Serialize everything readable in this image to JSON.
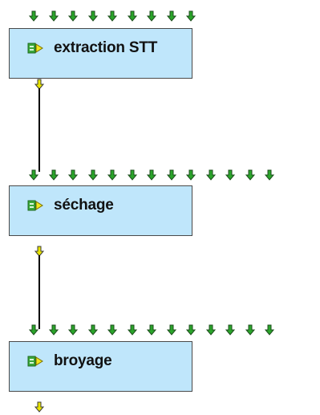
{
  "colors": {
    "node_fill": "#bfe6fb",
    "node_border": "#4a4a4a",
    "input_port": "#2aa52a",
    "output_port": "#e8e400",
    "connector": "#000000"
  },
  "icons": {
    "input_port": "green-down-arrow-icon",
    "output_port": "yellow-down-arrow-icon",
    "node": "process-block-icon"
  },
  "nodes": [
    {
      "label": "extraction STT",
      "input_ports": 9
    },
    {
      "label": "séchage",
      "input_ports": 13
    },
    {
      "label": "broyage",
      "input_ports": 13
    }
  ]
}
